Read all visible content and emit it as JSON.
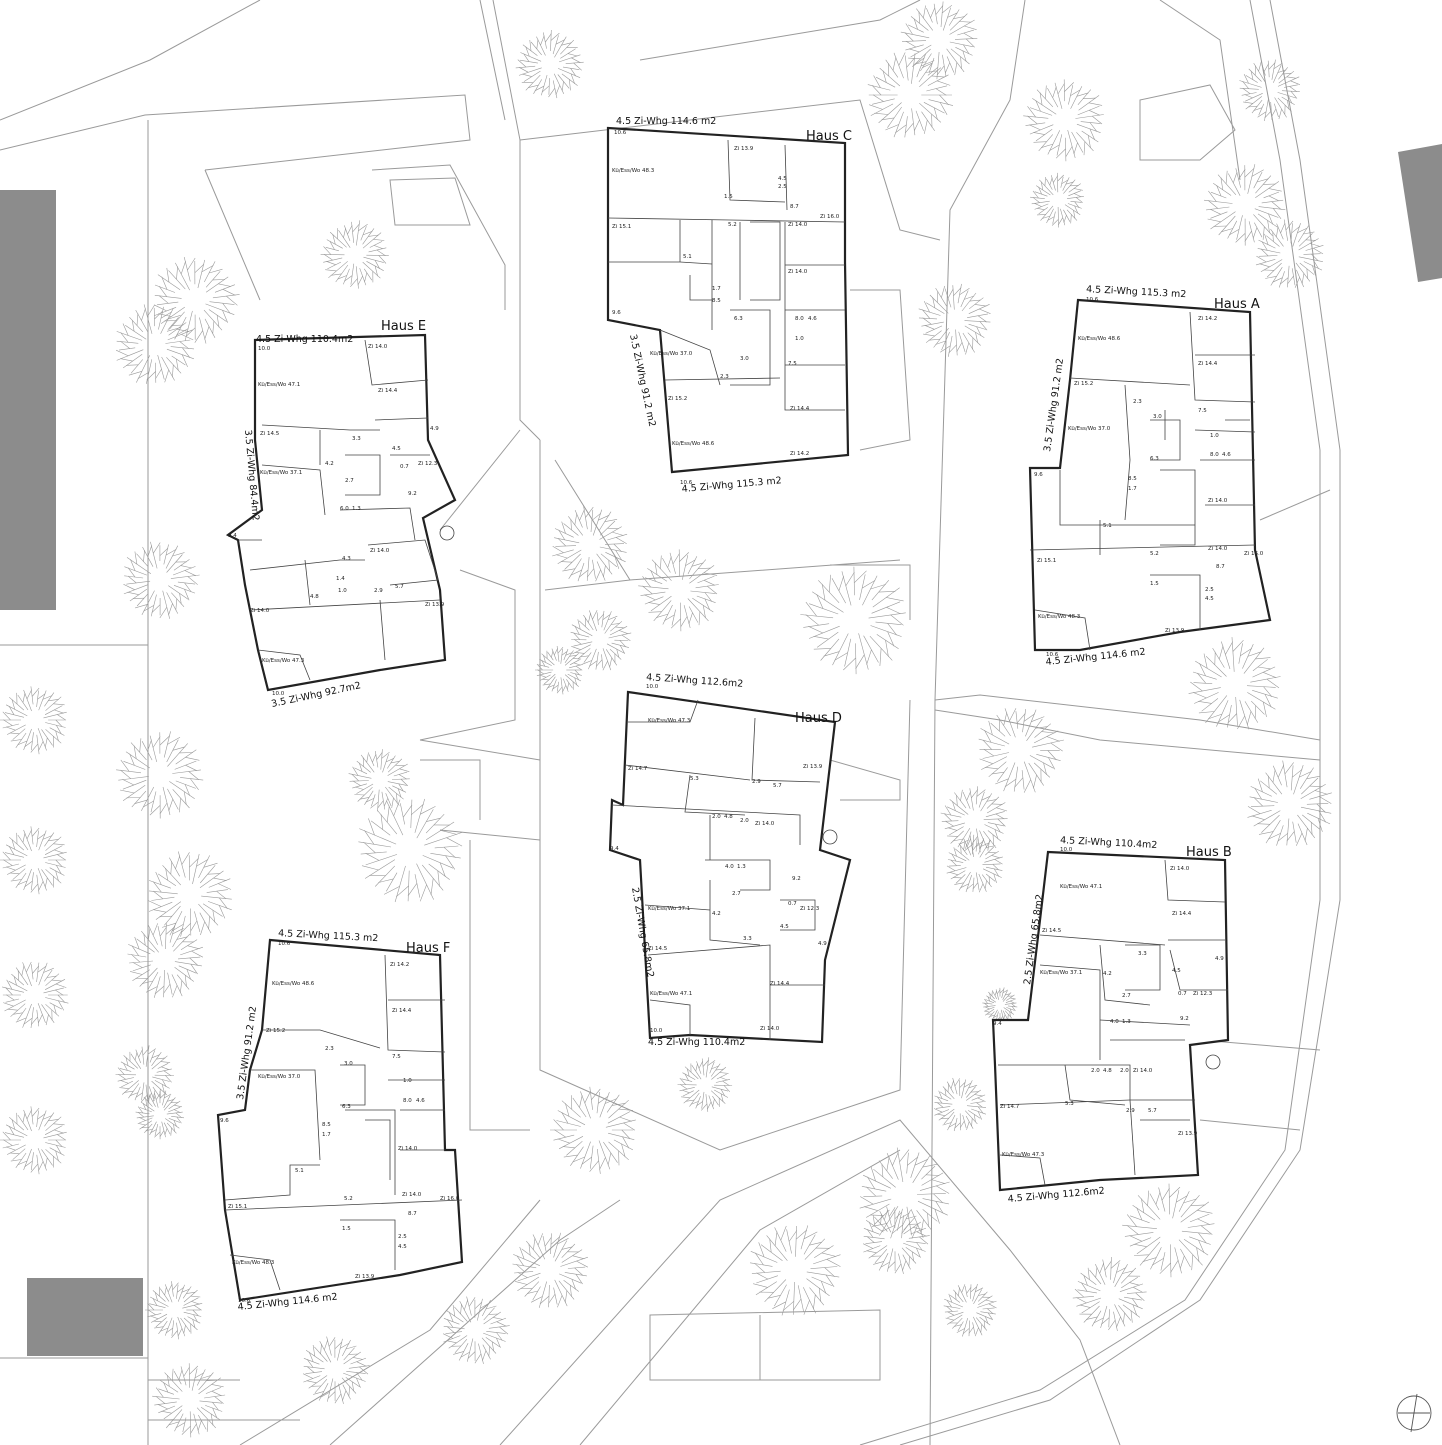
{
  "houses": {
    "a": {
      "name": "Haus A",
      "units": [
        "4.5 Zi-Whg 115.3 m2",
        "3.5 Zi-Whg 91.2 m2",
        "4.5 Zi-Whg 114.6 m2"
      ],
      "rooms": [
        "10.6",
        "Zi 14.2",
        "Kü/Ess/Wo 48.6",
        "Zi 14.4",
        "Zi 15.2",
        "2.3",
        "3.0",
        "7.5",
        "Kü/Ess/Wo 37.0",
        "1.0",
        "6.3",
        "8.0",
        "4.6",
        "9.6",
        "8.5",
        "1.7",
        "Zi 14.0",
        "5.1",
        "5.2",
        "Zi 14.0",
        "Zi 15.1",
        "Zi 16.0",
        "8.7",
        "1.5",
        "2.5",
        "4.5",
        "Kü/Ess/Wo 48.3",
        "Zi 13.9",
        "10.6"
      ]
    },
    "b": {
      "name": "Haus B",
      "units": [
        "4.5 Zi-Whg 110.4m2",
        "2.5 Zi-Whg 65.8m2",
        "4.5 Zi-Whg 112.6m2"
      ],
      "rooms": [
        "10.0",
        "Zi 14.0",
        "Kü/Ess/Wo 47.1",
        "Zi 14.4",
        "Zi 14.5",
        "3.3",
        "Kü/Ess/Wo 37.1",
        "4.2",
        "4.5",
        "4.9",
        "2.7",
        "0.7",
        "Zi 12.3",
        "4.0",
        "1.3",
        "9.2",
        "9.4",
        "2.0",
        "4.8",
        "2.0",
        "Zi 14.0",
        "Zi 14.7",
        "5.3",
        "2.9",
        "5.7",
        "Zi 13.9",
        "Kü/Ess/Wo 47.3"
      ]
    },
    "c": {
      "name": "Haus C",
      "units": [
        "4.5 Zi-Whg 114.6 m2",
        "3.5 Zi-Whg 91.2 m2",
        "4.5 Zi-Whg 115.3 m2"
      ],
      "rooms": [
        "10.6",
        "Zi 13.9",
        "4.5",
        "Kü/Ess/Wo 48.3",
        "2.5",
        "1.5",
        "8.7",
        "Zi 16.0",
        "Zi 15.1",
        "5.2",
        "Zi 14.0",
        "5.1",
        "Zi 14.0",
        "1.7",
        "8.5",
        "9.6",
        "6.3",
        "8.0",
        "4.6",
        "1.0",
        "Kü/Ess/Wo 37.0",
        "3.0",
        "7.5",
        "2.3",
        "Zi 15.2",
        "Zi 14.4",
        "Kü/Ess/Wo 48.6",
        "Zi 14.2",
        "10.6"
      ]
    },
    "d": {
      "name": "Haus D",
      "units": [
        "4.5 Zi-Whg 112.6m2",
        "2.5 Zi-Whg 65.8m2",
        "4.5 Zi-Whg 110.4m2"
      ],
      "rooms": [
        "10.0",
        "Kü/Ess/Wo 47.3",
        "Zi 14.7",
        "5.3",
        "Zi 13.9",
        "2.9",
        "5.7",
        "2.0",
        "4.8",
        "2.0",
        "Zi 14.0",
        "9.4",
        "4.0",
        "1.3",
        "9.2",
        "2.7",
        "0.7",
        "Zi 12.3",
        "Kü/Ess/Wo 37.1",
        "4.2",
        "4.5",
        "4.9",
        "Zi 14.5",
        "3.3",
        "Zi 14.4",
        "Kü/Ess/Wo 47.1",
        "10.0",
        "Zi 14.0"
      ]
    },
    "e": {
      "name": "Haus E",
      "units": [
        "4.5 Zi-Whg 110.4m2",
        "3.5 Zi-Whg 84.4m2",
        "3.5 Zi-Whg 92.7m2"
      ],
      "rooms": [
        "10.0",
        "Zi 14.0",
        "Kü/Ess/Wo 47.1",
        "Zi 14.4",
        "Zi 14.5",
        "3.3",
        "4.9",
        "4.2",
        "4.5",
        "Kü/Ess/Wo 37.1",
        "2.7",
        "0.7",
        "Zi 12.3",
        "6.0",
        "1.3",
        "9.2",
        "9.4",
        "4.3",
        "Zi 14.0",
        "1.4",
        "1.0",
        "5.7",
        "Zi 14.0",
        "4.8",
        "2.9",
        "Zi 13.9",
        "Kü/Ess/Wo 47.3",
        "10.0"
      ]
    },
    "f": {
      "name": "Haus F",
      "units": [
        "4.5 Zi-Whg 115.3 m2",
        "3.5 Zi-Whg 91.2 m2",
        "4.5 Zi-Whg 114.6 m2"
      ],
      "rooms": [
        "10.6",
        "Zi 14.2",
        "Kü/Ess/Wo 48.6",
        "Zi 14.4",
        "Zi 15.2",
        "2.3",
        "3.0",
        "7.5",
        "Kü/Ess/Wo 37.0",
        "1.0",
        "6.3",
        "8.0",
        "4.6",
        "9.6",
        "8.5",
        "1.7",
        "Zi 14.0",
        "5.1",
        "5.2",
        "Zi 14.0",
        "Zi 15.1",
        "Zi 16.0",
        "8.7",
        "1.5",
        "2.5",
        "4.5",
        "Kü/Ess/Wo 48.3",
        "Zi 13.9",
        "10.6"
      ]
    }
  },
  "north_arrow": {
    "icon": "north-arrow-icon"
  },
  "colors": {
    "building_fill": "#8c8c8c",
    "path": "#9a9a9a",
    "tree": "#9a9a9a",
    "wall": "#222222"
  }
}
